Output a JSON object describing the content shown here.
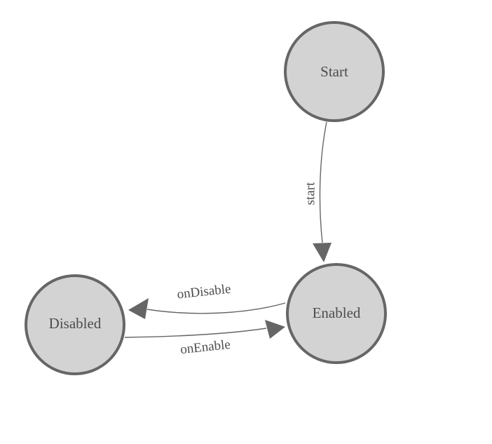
{
  "diagram": {
    "type": "state-machine",
    "nodes": [
      {
        "id": "start",
        "label": "Start"
      },
      {
        "id": "enabled",
        "label": "Enabled"
      },
      {
        "id": "disabled",
        "label": "Disabled"
      }
    ],
    "edges": [
      {
        "from": "start",
        "to": "enabled",
        "label": "start"
      },
      {
        "from": "enabled",
        "to": "disabled",
        "label": "onDisable"
      },
      {
        "from": "disabled",
        "to": "enabled",
        "label": "onEnable"
      }
    ],
    "colors": {
      "background": "#ffffff",
      "node_fill": "#d3d3d3",
      "node_stroke": "#666666",
      "edge_stroke": "#666666",
      "arrow_fill": "#666666",
      "label_text": "#4d4d4d"
    }
  }
}
